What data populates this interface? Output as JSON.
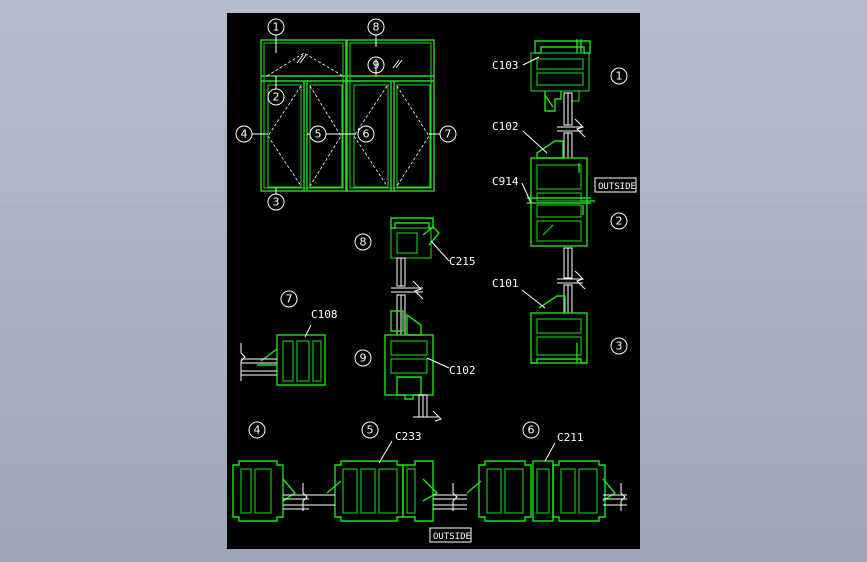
{
  "drawing": {
    "background_color": "#000000",
    "line_color": "#22dd22",
    "callout_numbers": [
      "1",
      "2",
      "3",
      "4",
      "5",
      "6",
      "7",
      "8",
      "9"
    ],
    "part_labels": {
      "c103": "C103",
      "c102_a": "C102",
      "c914": "C914",
      "c101": "C101",
      "c215": "C215",
      "c102_b": "C102",
      "c108": "C108",
      "c233": "C233",
      "c211": "C211"
    },
    "outside_label_right": "OUTSIDE",
    "outside_label_bottom": "OUTSIDE"
  }
}
